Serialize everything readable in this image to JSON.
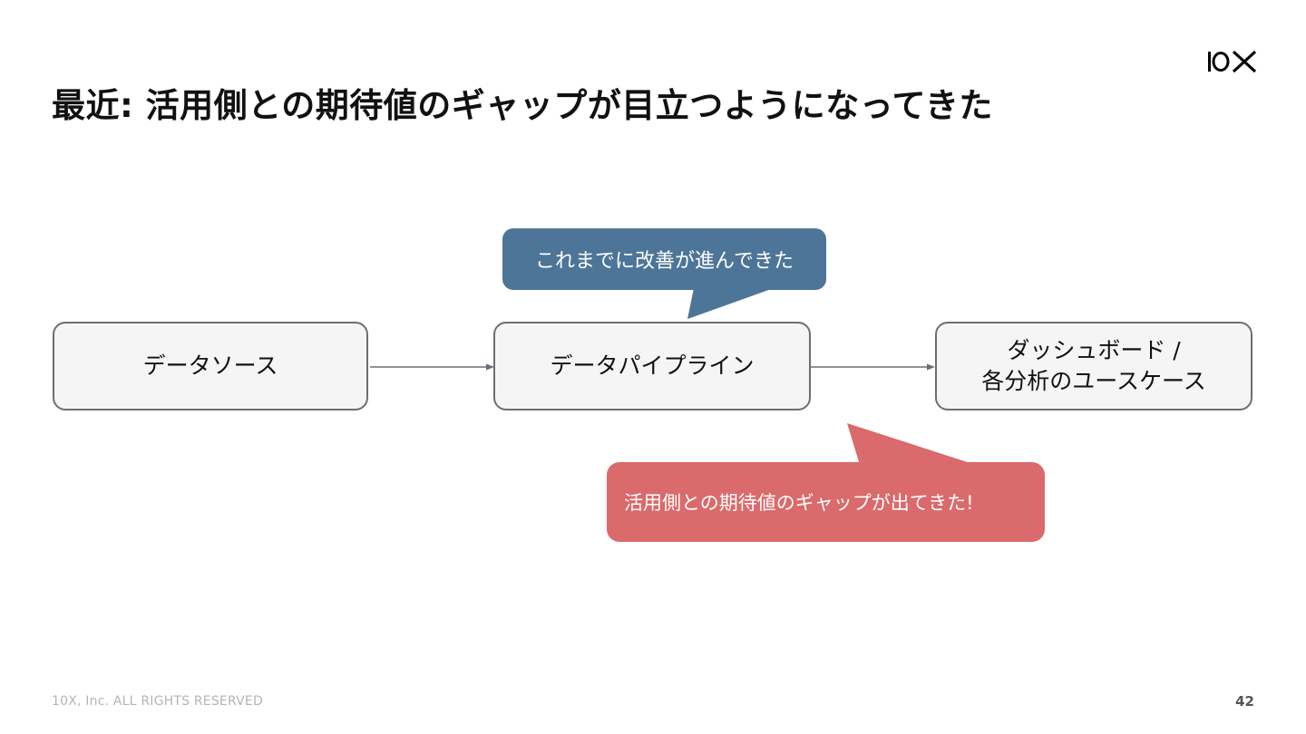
{
  "slide": {
    "title": "最近: 活用側との期待値のギャップが目立つようになってきた",
    "logo_text": "10X"
  },
  "diagram": {
    "nodes": [
      {
        "lines": [
          "データソース"
        ]
      },
      {
        "lines": [
          "データパイプライン"
        ]
      },
      {
        "lines": [
          "ダッシュボード /",
          "各分析のユースケース"
        ]
      }
    ],
    "callouts": {
      "top": {
        "text": "これまでに改善が進んできた",
        "color": "#4d7598"
      },
      "bottom": {
        "text": "活用側との期待値のギャップが出てきた!",
        "color": "#da6a6b"
      }
    },
    "colors": {
      "node_fill": "#f5f5f6",
      "node_border": "#6b6e75",
      "arrow": "#6b6e75"
    }
  },
  "footer": {
    "copyright": "10X, Inc. ALL RIGHTS RESERVED",
    "page_number": "42"
  }
}
